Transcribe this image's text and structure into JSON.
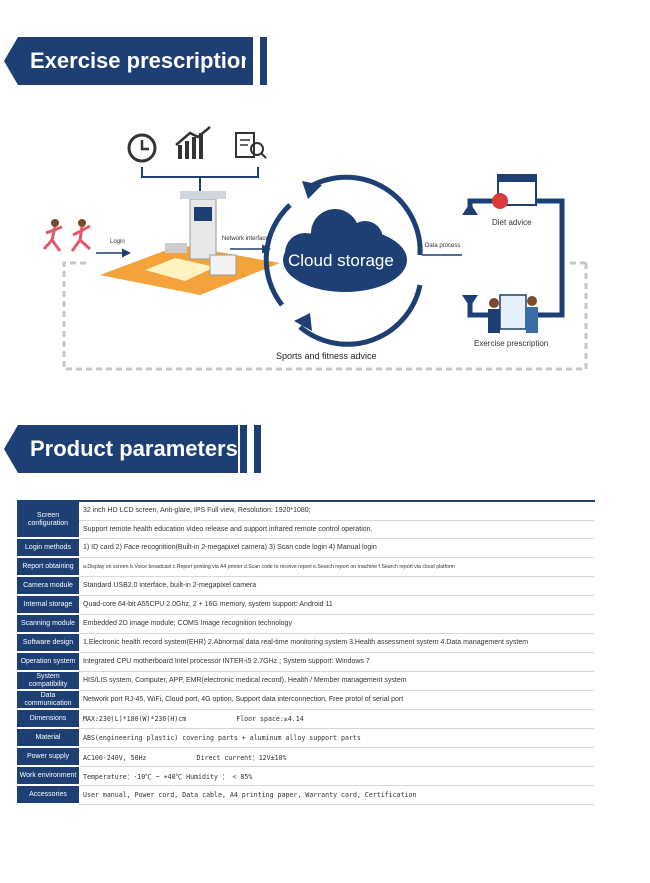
{
  "section1": {
    "title": "Exercise prescription"
  },
  "section2": {
    "title": "Product parameters"
  },
  "diagram": {
    "login": "Login",
    "network": "Network interface",
    "cloud": "Cloud storage",
    "data_process": "Data process",
    "diet": "Diet advice",
    "exercise": "Exercise prescription",
    "sports": "Sports and fitness advice",
    "colors": {
      "primary": "#1d3f73",
      "dashed": "#c8c8c8"
    }
  },
  "params": [
    {
      "key": "Screen configuration",
      "values": [
        "32 inch HD LCD screen, Anti-glare, IPS Full view,  Resolution: 1920*1080;",
        "Support remote health education video release and support infrared remote control operation."
      ]
    },
    {
      "key": "Login methods",
      "values": [
        "1) ID card    2) Face recognition(Built-in 2-megapixel camera)      3) Scan code login      4) Manual login"
      ]
    },
    {
      "key": "Report obtaining",
      "values": [
        "a.Display on screen   b.Voice broadcast   c.Report printing via A4 printer   d.Scan code to receive report   e.Search report on machine   f.Search report via cloud platform"
      ]
    },
    {
      "key": "Camera module",
      "values": [
        "Standard USB2.0 interface, built-in 2-megapixel camera"
      ]
    },
    {
      "key": "Internal storage",
      "values": [
        "Quad-core 64-bit A55CPU 2.0Ghz, 2 + 16G memory, system support: Android 11"
      ]
    },
    {
      "key": "Scanning module",
      "values": [
        "Embedded 2D image module;  COMS Image recognition technology"
      ]
    },
    {
      "key": "Software design",
      "values": [
        "1.Electronic health record system(EHR)  2.Abnormal data real-time monitoring system  3.Health assessment system  4.Data management system"
      ]
    },
    {
      "key": "Operation system",
      "values": [
        "Integrated CPU motherboard Intel processor INTER-i5 2.7GHz ; System support: Windows 7"
      ]
    },
    {
      "key": "System compatibility",
      "values": [
        "HIS/LIS system, Computer, APP,  EMR(electronic medical record),  Health / Member management system"
      ]
    },
    {
      "key": "Data communication",
      "values": [
        "Network port RJ-45, WiFi, Cloud port, 4G option, Support data interconnection, Free protol of serial port"
      ]
    },
    {
      "key": "Dimensions",
      "values": [
        "MAX:230(L)*180(W)*236(H)cm"
      ],
      "extra": "Floor space:≥4.14"
    },
    {
      "key": "Material",
      "values": [
        "ABS(engineering plastic) covering parts + aluminum alloy support parts"
      ]
    },
    {
      "key": "Power supply",
      "values": [
        "AC100-240V, 50Hz"
      ],
      "extra": "Direct current：12V±10%"
    },
    {
      "key": "Work environment",
      "values": [
        "Temperature：-10℃ ~ +40℃   Humidity ： < 85%"
      ]
    },
    {
      "key": "Accessories",
      "values": [
        "User manual, Power cord,  Data cable, A4 printing paper, Warranty card, Certification"
      ]
    }
  ]
}
